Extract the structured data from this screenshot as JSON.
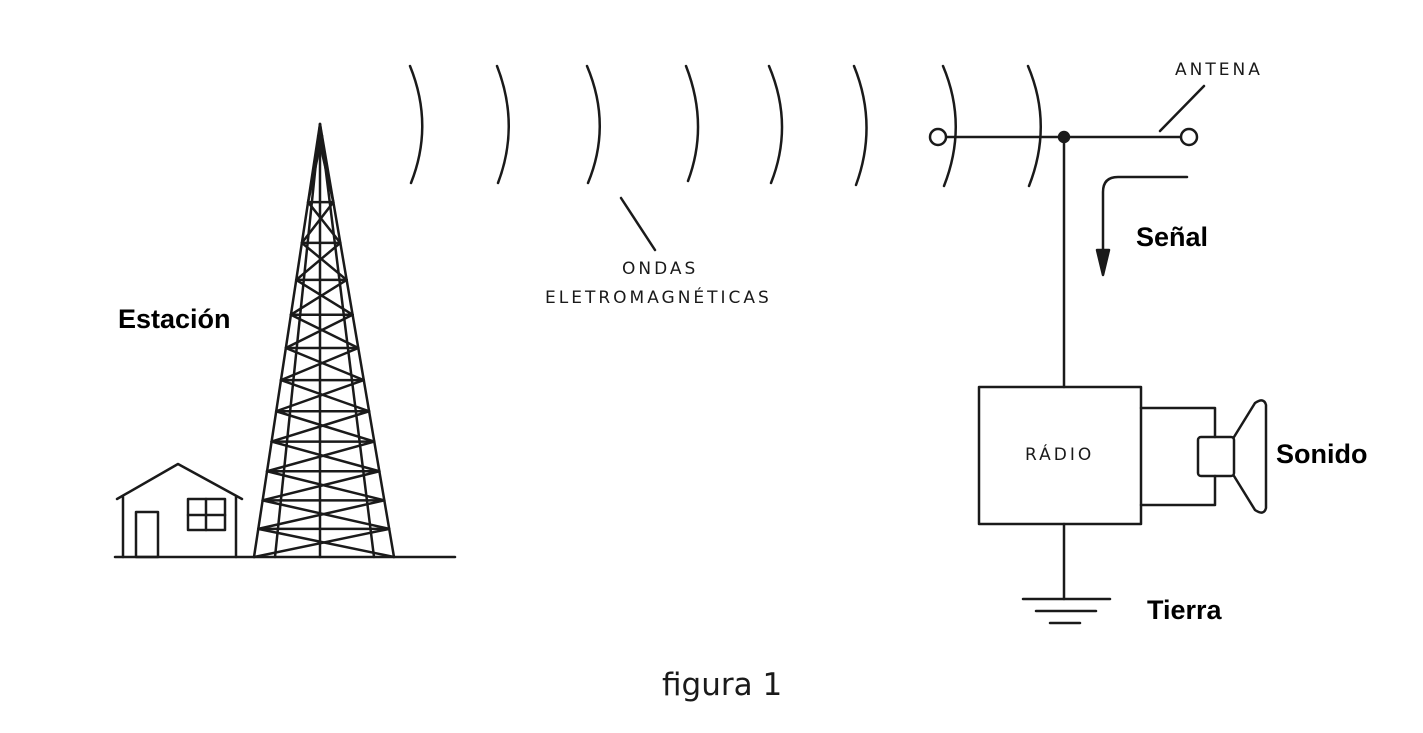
{
  "labels": {
    "station": "Estación",
    "waves_line1": "ONDAS",
    "waves_line2": "ELETROMAGNÉTICAS",
    "antenna": "ANTENA",
    "signal": "Señal",
    "radio": "RÁDIO",
    "sound": "Sonido",
    "ground": "Tierra"
  },
  "caption": "figura 1",
  "colors": {
    "ink": "#1a1a1a",
    "background": "#ffffff"
  },
  "icons": {
    "house": "house-icon",
    "tower": "transmission-tower-icon",
    "waves": "electromagnetic-waves-icon",
    "antenna": "dipole-antenna-icon",
    "speaker": "speaker-icon",
    "ground": "ground-symbol-icon"
  }
}
